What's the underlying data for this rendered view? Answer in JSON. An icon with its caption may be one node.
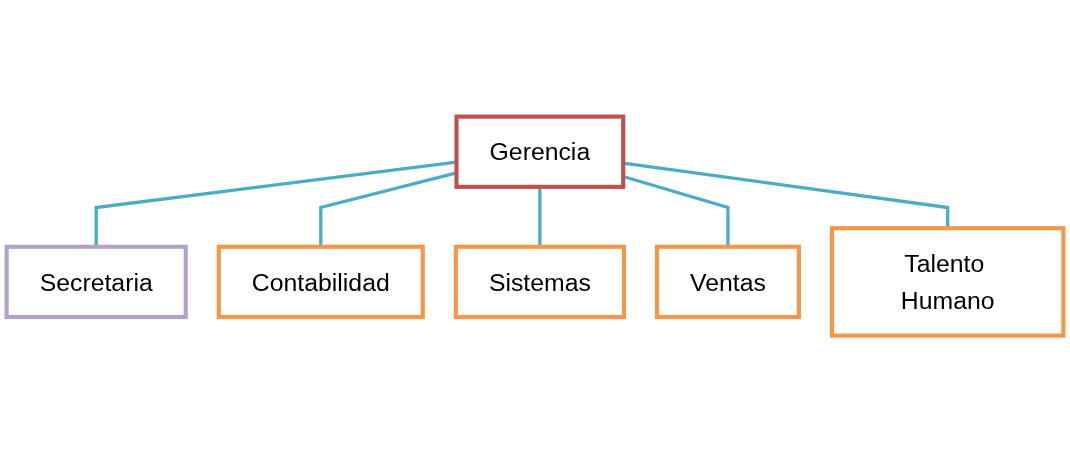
{
  "diagram": {
    "nodes": [
      {
        "text": [
          "Gerencia"
        ]
      },
      {
        "text": [
          "Secretaria"
        ]
      },
      {
        "text": [
          "Contabilidad"
        ]
      },
      {
        "text": [
          "Sistemas"
        ]
      },
      {
        "text": [
          "Ventas"
        ]
      },
      {
        "text": [
          "Talento Humano"
        ]
      }
    ],
    "edges": [
      {
        "from": 0,
        "to": 1,
        "arrow": "none"
      },
      {
        "from": 0,
        "to": 2,
        "arrow": "none"
      },
      {
        "from": 0,
        "to": 3,
        "arrow": "none"
      },
      {
        "from": 0,
        "to": 4,
        "arrow": "none"
      },
      {
        "from": 0,
        "to": 5,
        "arrow": "none"
      }
    ]
  }
}
